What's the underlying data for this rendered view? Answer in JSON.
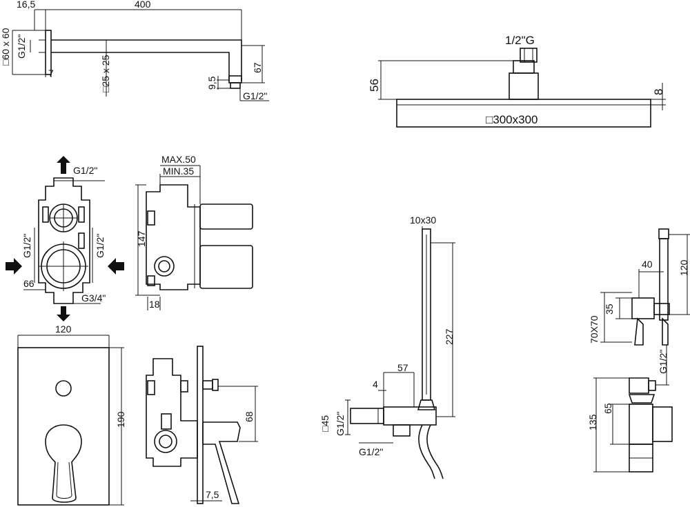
{
  "arm": {
    "d_16_5": "16,5",
    "d_400": "400",
    "d_60x60": "□60 x 60",
    "d_g12_left": "G1/2\"",
    "d_7": "7",
    "d_25x25": "□25 x 25",
    "d_9_5": "9,5",
    "d_67": "67",
    "d_g12_right": "G1/2\""
  },
  "head": {
    "d_thread": "1/2\"G",
    "d_56": "56",
    "d_8": "8",
    "d_size": "□300x300"
  },
  "valve": {
    "d_g12_top": "G1/2\"",
    "d_g12_l": "G1/2\"",
    "d_g12_r": "G1/2\"",
    "d_66": "66",
    "d_g34": "G3/4\"",
    "d_max": "MAX.50",
    "d_min": "MIN.35",
    "d_147": "147",
    "d_18": "18"
  },
  "plate": {
    "d_120": "120",
    "d_190": "190",
    "d_68": "68",
    "d_7_5": "7,5"
  },
  "hand": {
    "d_10x30": "10x30",
    "d_227": "227",
    "d_57": "57",
    "d_4": "4",
    "d_45": "□45",
    "d_g12_side": "G1/2\"",
    "d_g12_bottom": "G1/2\""
  },
  "bidet": {
    "d_40": "40",
    "d_120": "120",
    "d_70x70": "70X70",
    "d_35": "35",
    "d_g12": "G1/2\"",
    "d_65": "65",
    "d_135": "135"
  }
}
